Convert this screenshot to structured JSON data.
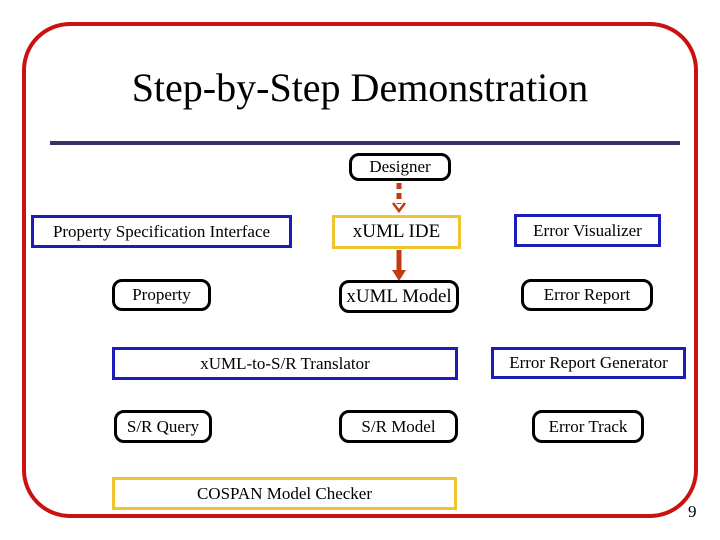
{
  "slide": {
    "title": "Step-by-Step Demonstration",
    "page_number": "9"
  },
  "colors": {
    "frame_border_red": "#cc1111",
    "title_divider_navy": "#333366",
    "box_border_blue": "#1c1cb8",
    "box_border_yellow": "#efc42f",
    "box_border_black": "#000000",
    "arrow_red_orange": "#c23b10",
    "background": "#ffffff"
  },
  "diagram": {
    "nodes": [
      {
        "id": "designer",
        "label": "Designer",
        "style": "black-rounded"
      },
      {
        "id": "property-specification-interface",
        "label": "Property Specification Interface",
        "style": "blue-rect"
      },
      {
        "id": "xuml-ide",
        "label": "xUML IDE",
        "style": "yellow-rect"
      },
      {
        "id": "error-visualizer",
        "label": "Error Visualizer",
        "style": "blue-rect"
      },
      {
        "id": "property",
        "label": "Property",
        "style": "black-rounded"
      },
      {
        "id": "xuml-model",
        "label": "xUML Model",
        "style": "black-rounded"
      },
      {
        "id": "error-report",
        "label": "Error Report",
        "style": "black-rounded"
      },
      {
        "id": "xuml-to-sr-translator",
        "label": "xUML-to-S/R Translator",
        "style": "blue-rect"
      },
      {
        "id": "error-report-generator",
        "label": "Error Report Generator",
        "style": "blue-rect"
      },
      {
        "id": "sr-query",
        "label": "S/R Query",
        "style": "black-rounded"
      },
      {
        "id": "sr-model",
        "label": "S/R Model",
        "style": "black-rounded"
      },
      {
        "id": "error-track",
        "label": "Error Track",
        "style": "black-rounded"
      },
      {
        "id": "cospan-model-checker",
        "label": "COSPAN Model Checker",
        "style": "yellow-rect"
      }
    ],
    "arrows": [
      {
        "from": "designer",
        "to": "xuml-ide",
        "style": "dashed",
        "direction": "down"
      },
      {
        "from": "xuml-ide",
        "to": "xuml-model",
        "style": "solid",
        "direction": "down"
      }
    ]
  }
}
